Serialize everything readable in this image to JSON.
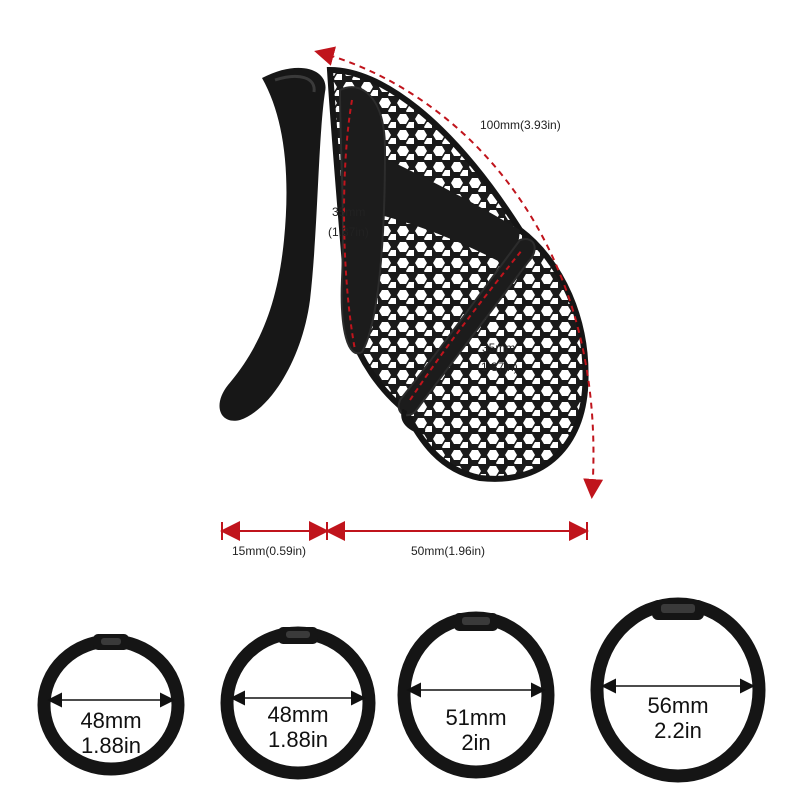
{
  "colors": {
    "product": "#161616",
    "product_highlight": "#3a3a3a",
    "dimension_line": "#c0141c",
    "text": "#222222",
    "background": "#ffffff"
  },
  "dimensions": {
    "length_curve": "100mm(3.93in)",
    "ring_height_top": {
      "line1": "35mm",
      "line2": "(1.37in)"
    },
    "ring_height_mid": {
      "line1": "35mm",
      "line2": "(1.37in)"
    },
    "base_gap": "15mm(0.59in)",
    "base_length": "50mm(1.96in)"
  },
  "rings": [
    {
      "mm": "48mm",
      "inch": "1.88in"
    },
    {
      "mm": "48mm",
      "inch": "1.88in"
    },
    {
      "mm": "51mm",
      "inch": "2in"
    },
    {
      "mm": "56mm",
      "inch": "2.2in"
    }
  ]
}
